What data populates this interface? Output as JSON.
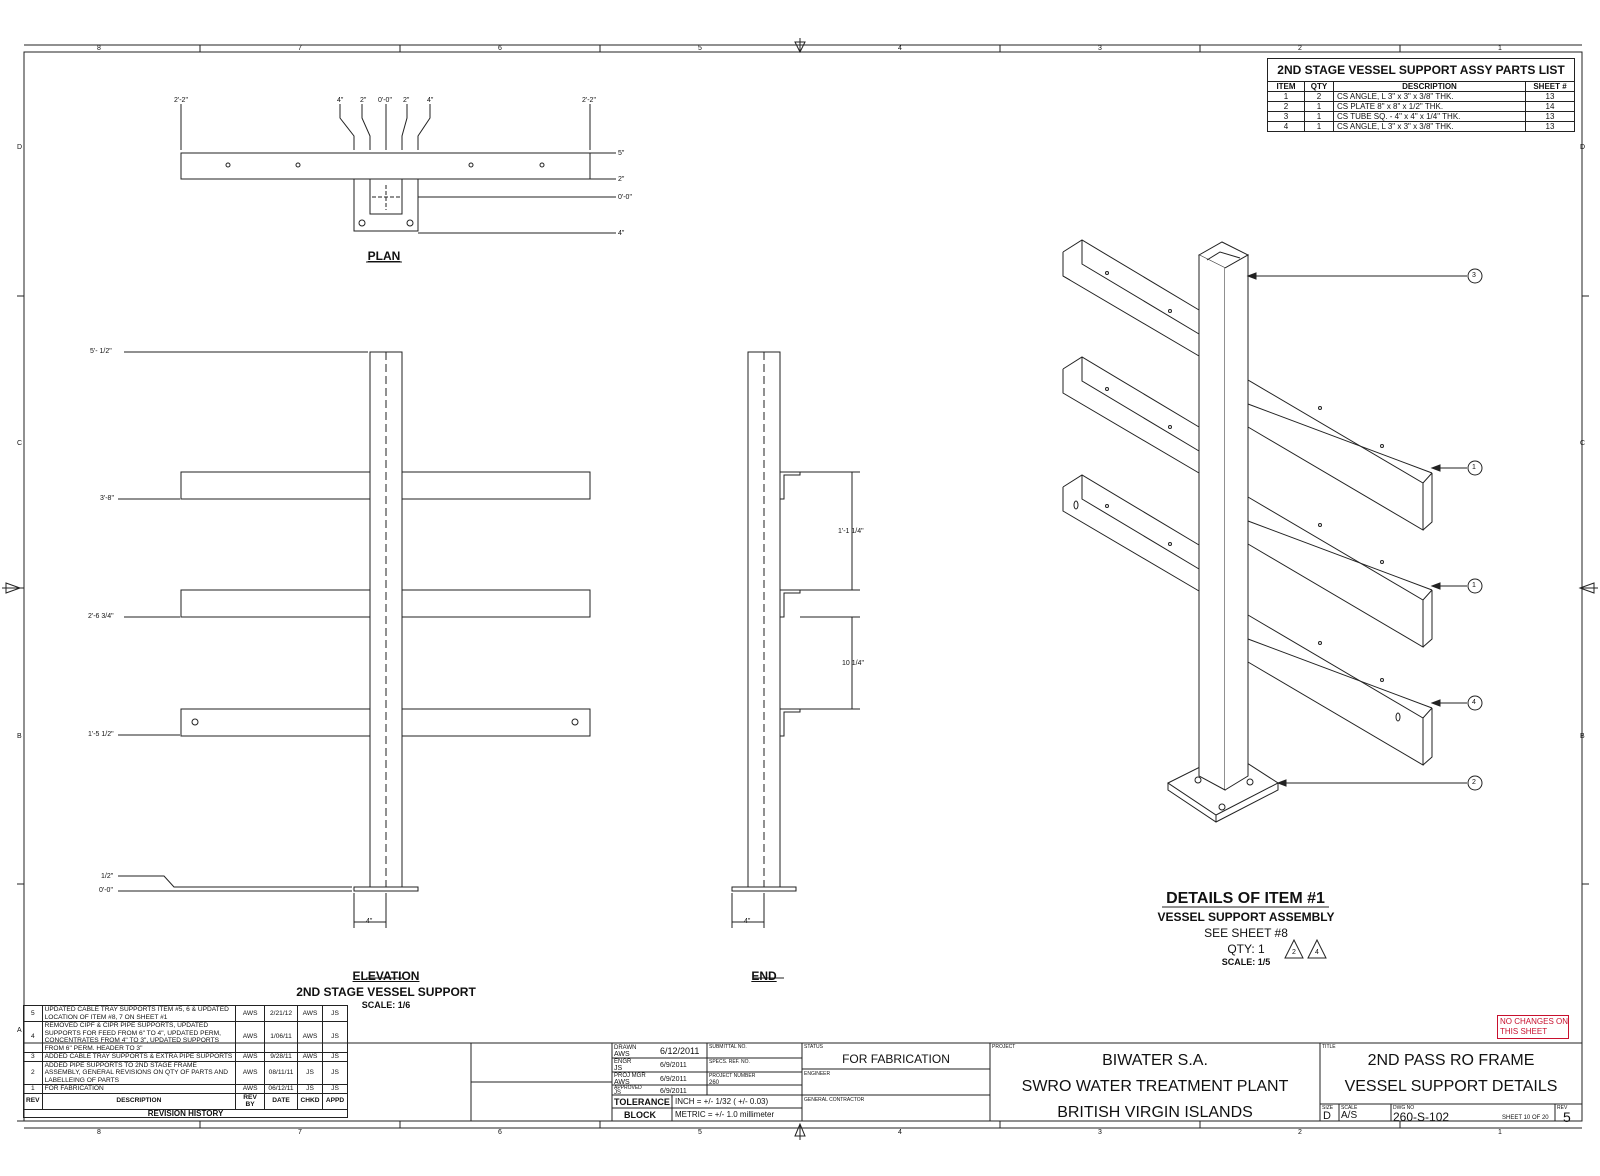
{
  "grid": {
    "columns": [
      "8",
      "7",
      "6",
      "5",
      "4",
      "3",
      "2",
      "1"
    ],
    "rows": [
      "D",
      "C",
      "B",
      "A"
    ]
  },
  "parts_list": {
    "title": "2ND STAGE VESSEL SUPPORT ASSY PARTS LIST",
    "headers": [
      "ITEM",
      "QTY",
      "DESCRIPTION",
      "SHEET #"
    ],
    "rows": [
      [
        "1",
        "2",
        "CS ANGLE, L 3\" x 3\" x 3/8\" THK.",
        "13"
      ],
      [
        "2",
        "1",
        "CS PLATE 8\" x 8\" x 1/2\" THK.",
        "14"
      ],
      [
        "3",
        "1",
        "CS TUBE SQ. - 4\" x 4\" x 1/4\" THK.",
        "13"
      ],
      [
        "4",
        "1",
        "CS ANGLE, L 3\" x 3\" x 3/8\" THK.",
        "13"
      ]
    ]
  },
  "plan": {
    "title": "PLAN",
    "dims_top": [
      "2'-2\"",
      "4\"",
      "2\"",
      "0'-0\"",
      "2\"",
      "4\"",
      "2'-2\""
    ],
    "dims_right": [
      "5\"",
      "2\"",
      "0'-0\"",
      "4\""
    ]
  },
  "elevation": {
    "title": "ELEVATION",
    "subtitle": "2ND STAGE VESSEL SUPPORT",
    "scale": "SCALE: 1/6",
    "dims_left": [
      "5'- 1/2\"",
      "3'-8\"",
      "2'-6 3/4\"",
      "1'-5 1/2\"",
      "1/2\"",
      "0'-0\""
    ],
    "dim_bottom": "4\""
  },
  "end_view": {
    "title": "END",
    "dims_right": [
      "1'-1 1/4\"",
      "10 1/4\""
    ],
    "dim_bottom": "4\""
  },
  "detail": {
    "title": "DETAILS OF ITEM #1",
    "subtitle": "VESSEL SUPPORT ASSEMBLY",
    "see": "SEE SHEET #8",
    "qty": "QTY: 1",
    "scale": "SCALE: 1/5",
    "rev_marks": [
      "2",
      "4"
    ],
    "balloons": [
      "3",
      "1",
      "1",
      "4",
      "2"
    ]
  },
  "revisions": {
    "rows": [
      {
        "rev": "5",
        "desc": "UPDATED CABLE TRAY SUPPORTS ITEM #5, 6 & UPDATED LOCATION OF ITEM #8, 7 ON SHEET #1",
        "by": "AWS",
        "date": "2/21/12",
        "chkd": "AWS",
        "appd": "JS"
      },
      {
        "rev": "4",
        "desc": "REMOVED CIPF & CIPR PIPE SUPPORTS, UPDATED SUPPORTS FOR FEED FROM 6\" TO 4\", UPDATED PERM, CONCENTRATES FROM 4\" TO 3\", UPDATED SUPPORTS FROM 6\" PERM. HEADER TO 3\"",
        "by": "AWS",
        "date": "1/06/11",
        "chkd": "AWS",
        "appd": "JS"
      },
      {
        "rev": "3",
        "desc": "ADDED CABLE TRAY SUPPORTS & EXTRA PIPE SUPPORTS",
        "by": "AWS",
        "date": "9/28/11",
        "chkd": "AWS",
        "appd": "JS"
      },
      {
        "rev": "2",
        "desc": "ADDED PIPE SUPPORTS TO 2ND STAGE FRAME ASSEMBLY, GENERAL REVISIONS ON QTY OF PARTS AND LABELLEING OF PARTS",
        "by": "AWS",
        "date": "08/11/11",
        "chkd": "JS",
        "appd": "JS"
      },
      {
        "rev": "1",
        "desc": "FOR FABRICATION",
        "by": "AWS",
        "date": "06/12/11",
        "chkd": "JS",
        "appd": "JS"
      }
    ],
    "headers": [
      "REV",
      "DESCRIPTION",
      "REV BY",
      "DATE",
      "CHKD",
      "APPD"
    ],
    "title": "REVISION HISTORY"
  },
  "title_block": {
    "drawn_label": "DRAWN",
    "drawn_by": "AWS",
    "drawn_date": "6/12/2011",
    "engr_label": "ENGR",
    "engr_by": "JS",
    "engr_date": "6/9/2011",
    "projmgr_label": "PROJ MGR",
    "projmgr_by": "AWS",
    "projmgr_date": "6/9/2011",
    "approved_label": "APPROVED",
    "approved_by": "JS",
    "approved_date": "6/9/2011",
    "submittal_label": "SUBMITTAL NO.",
    "specs_label": "SPECS. REF. NO.",
    "projnum_label": "PROJECT NUMBER",
    "projnum": "260",
    "tolerance_label": "TOLERANCE",
    "block_label": "BLOCK",
    "tol_inch": "INCH = +/- 1/32 ( +/- 0.03)",
    "tol_metric": "METRIC = +/- 1.0 millimeter",
    "status_label": "STATUS",
    "status": "FOR FABRICATION",
    "engineer_label": "ENGINEER",
    "gc_label": "GENERAL CONTRACTOR",
    "project_label": "PROJECT",
    "project_line1": "BIWATER S.A.",
    "project_line2": "SWRO WATER TREATMENT PLANT",
    "project_line3": "BRITISH VIRGIN ISLANDS",
    "title_label": "TITLE",
    "title_line1": "2ND PASS RO FRAME",
    "title_line2": "VESSEL SUPPORT DETAILS",
    "size_label": "SIZE",
    "size": "D",
    "scale_label": "SCALE",
    "scale": "A/S",
    "dwg_label": "DWG NO",
    "dwg": "260-S-102",
    "sheet_label": "SHEET",
    "sheet": "10",
    "of_label": "OF",
    "sheets": "20",
    "rev_label": "REV",
    "rev": "5",
    "no_changes_1": "NO CHANGES ON",
    "no_changes_2": "THIS SHEET",
    "no_changes_color": "#c8102e"
  }
}
